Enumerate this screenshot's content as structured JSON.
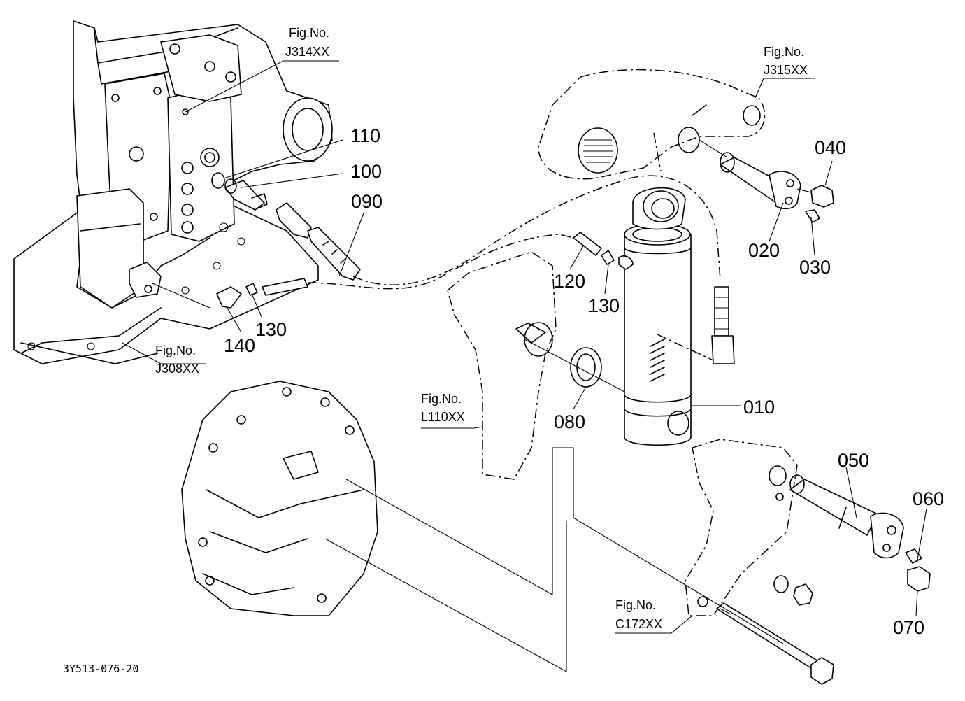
{
  "document_code": "3Y513-076-20",
  "part_labels": {
    "p010": "010",
    "p020": "020",
    "p030": "030",
    "p040": "040",
    "p050": "050",
    "p060": "060",
    "p070": "070",
    "p080": "080",
    "p090": "090",
    "p100": "100",
    "p110": "110",
    "p120": "120",
    "p130a": "130",
    "p130b": "130",
    "p140": "140"
  },
  "figure_refs": {
    "j314": {
      "caption": "Fig.No.",
      "code": "J314XX"
    },
    "j315": {
      "caption": "Fig.No.",
      "code": "J315XX"
    },
    "j308": {
      "caption": "Fig.No.",
      "code": "J308XX"
    },
    "l110": {
      "caption": "Fig.No.",
      "code": "L110XX"
    },
    "c172": {
      "caption": "Fig.No.",
      "code": "C172XX"
    }
  }
}
